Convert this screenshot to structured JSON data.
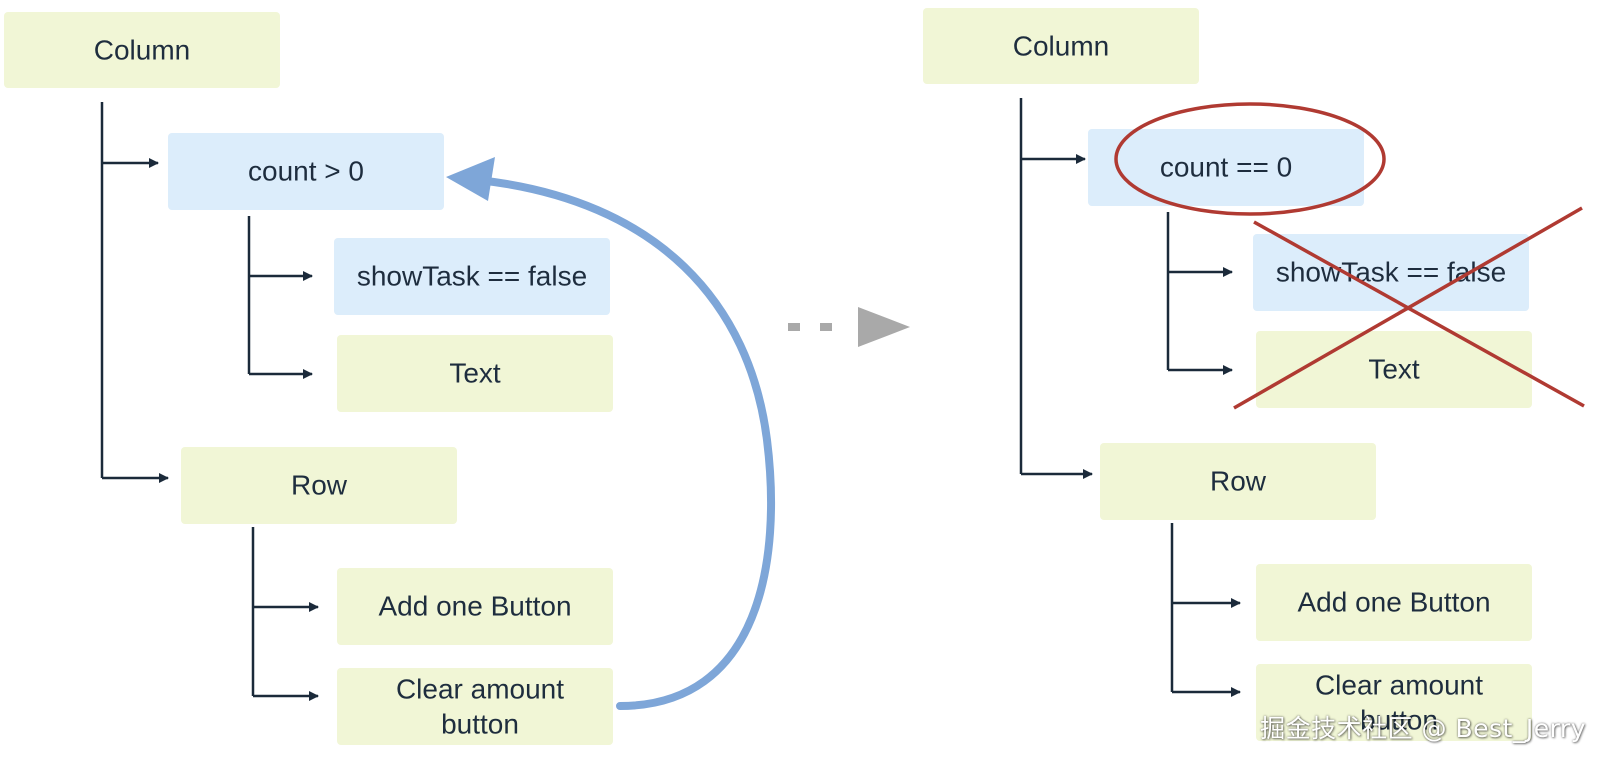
{
  "left_tree": {
    "column": "Column",
    "condition": "count > 0",
    "show_task": "showTask == false",
    "text": "Text",
    "row": "Row",
    "add_button": "Add one Button",
    "clear_button_line1": "Clear amount",
    "clear_button_line2": "button"
  },
  "right_tree": {
    "column": "Column",
    "condition": "count == 0",
    "show_task": "showTask == false",
    "text": "Text",
    "row": "Row",
    "add_button": "Add one Button",
    "clear_button_line1": "Clear amount",
    "clear_button_line2": "button"
  },
  "watermark": "掘金技术社区 @ Best_Jerry",
  "colors": {
    "green_box": "#f1f6d6",
    "blue_box": "#dcedfb",
    "tree_line": "#1b2a3a",
    "feedback_arrow": "#7ea6d8",
    "transition_arrow": "#a9a9a9",
    "highlight_red": "#b03a32"
  }
}
